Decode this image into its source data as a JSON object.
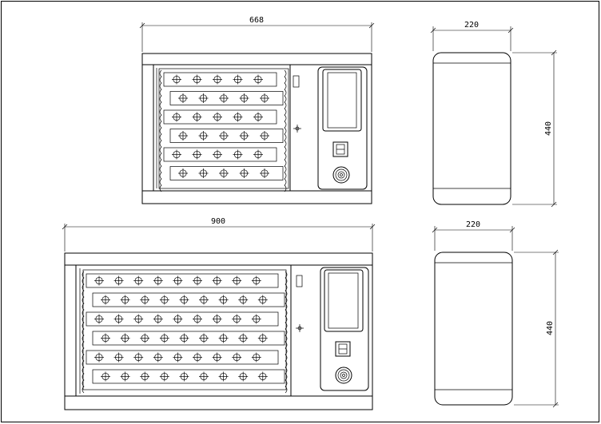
{
  "dimensions": {
    "top_front_width": "668",
    "top_side_depth": "220",
    "top_side_height": "440",
    "bottom_front_width": "900",
    "bottom_side_depth": "220",
    "bottom_side_height": "440"
  },
  "cabinets": [
    {
      "id": "small",
      "rows": 6,
      "keys_per_row": [
        5,
        5,
        5,
        5,
        5,
        5
      ]
    },
    {
      "id": "large",
      "rows": 6,
      "keys_per_row": [
        9,
        9,
        9,
        9,
        9,
        9
      ]
    }
  ]
}
